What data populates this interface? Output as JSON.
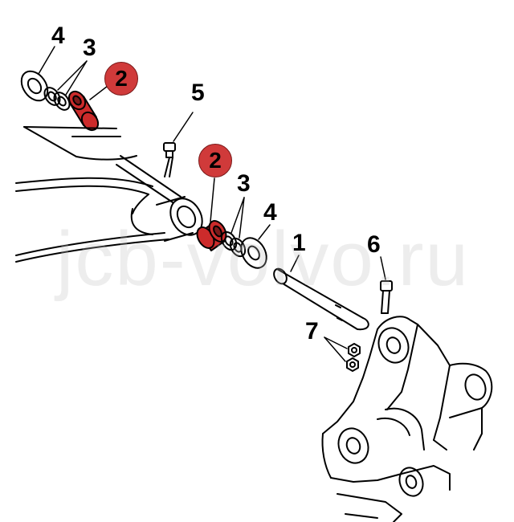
{
  "callouts": {
    "c4_top": "4",
    "c3_top": "3",
    "c2_top": "2",
    "c5": "5",
    "c2_mid": "2",
    "c3_mid": "3",
    "c4_mid": "4",
    "c1": "1",
    "c6": "6",
    "c7": "7"
  },
  "watermark": "jcb-volvo.ru",
  "colors": {
    "highlight_fill": "#d03a3a",
    "bushing_fill": "#cc2b2b",
    "line": "#000000"
  }
}
